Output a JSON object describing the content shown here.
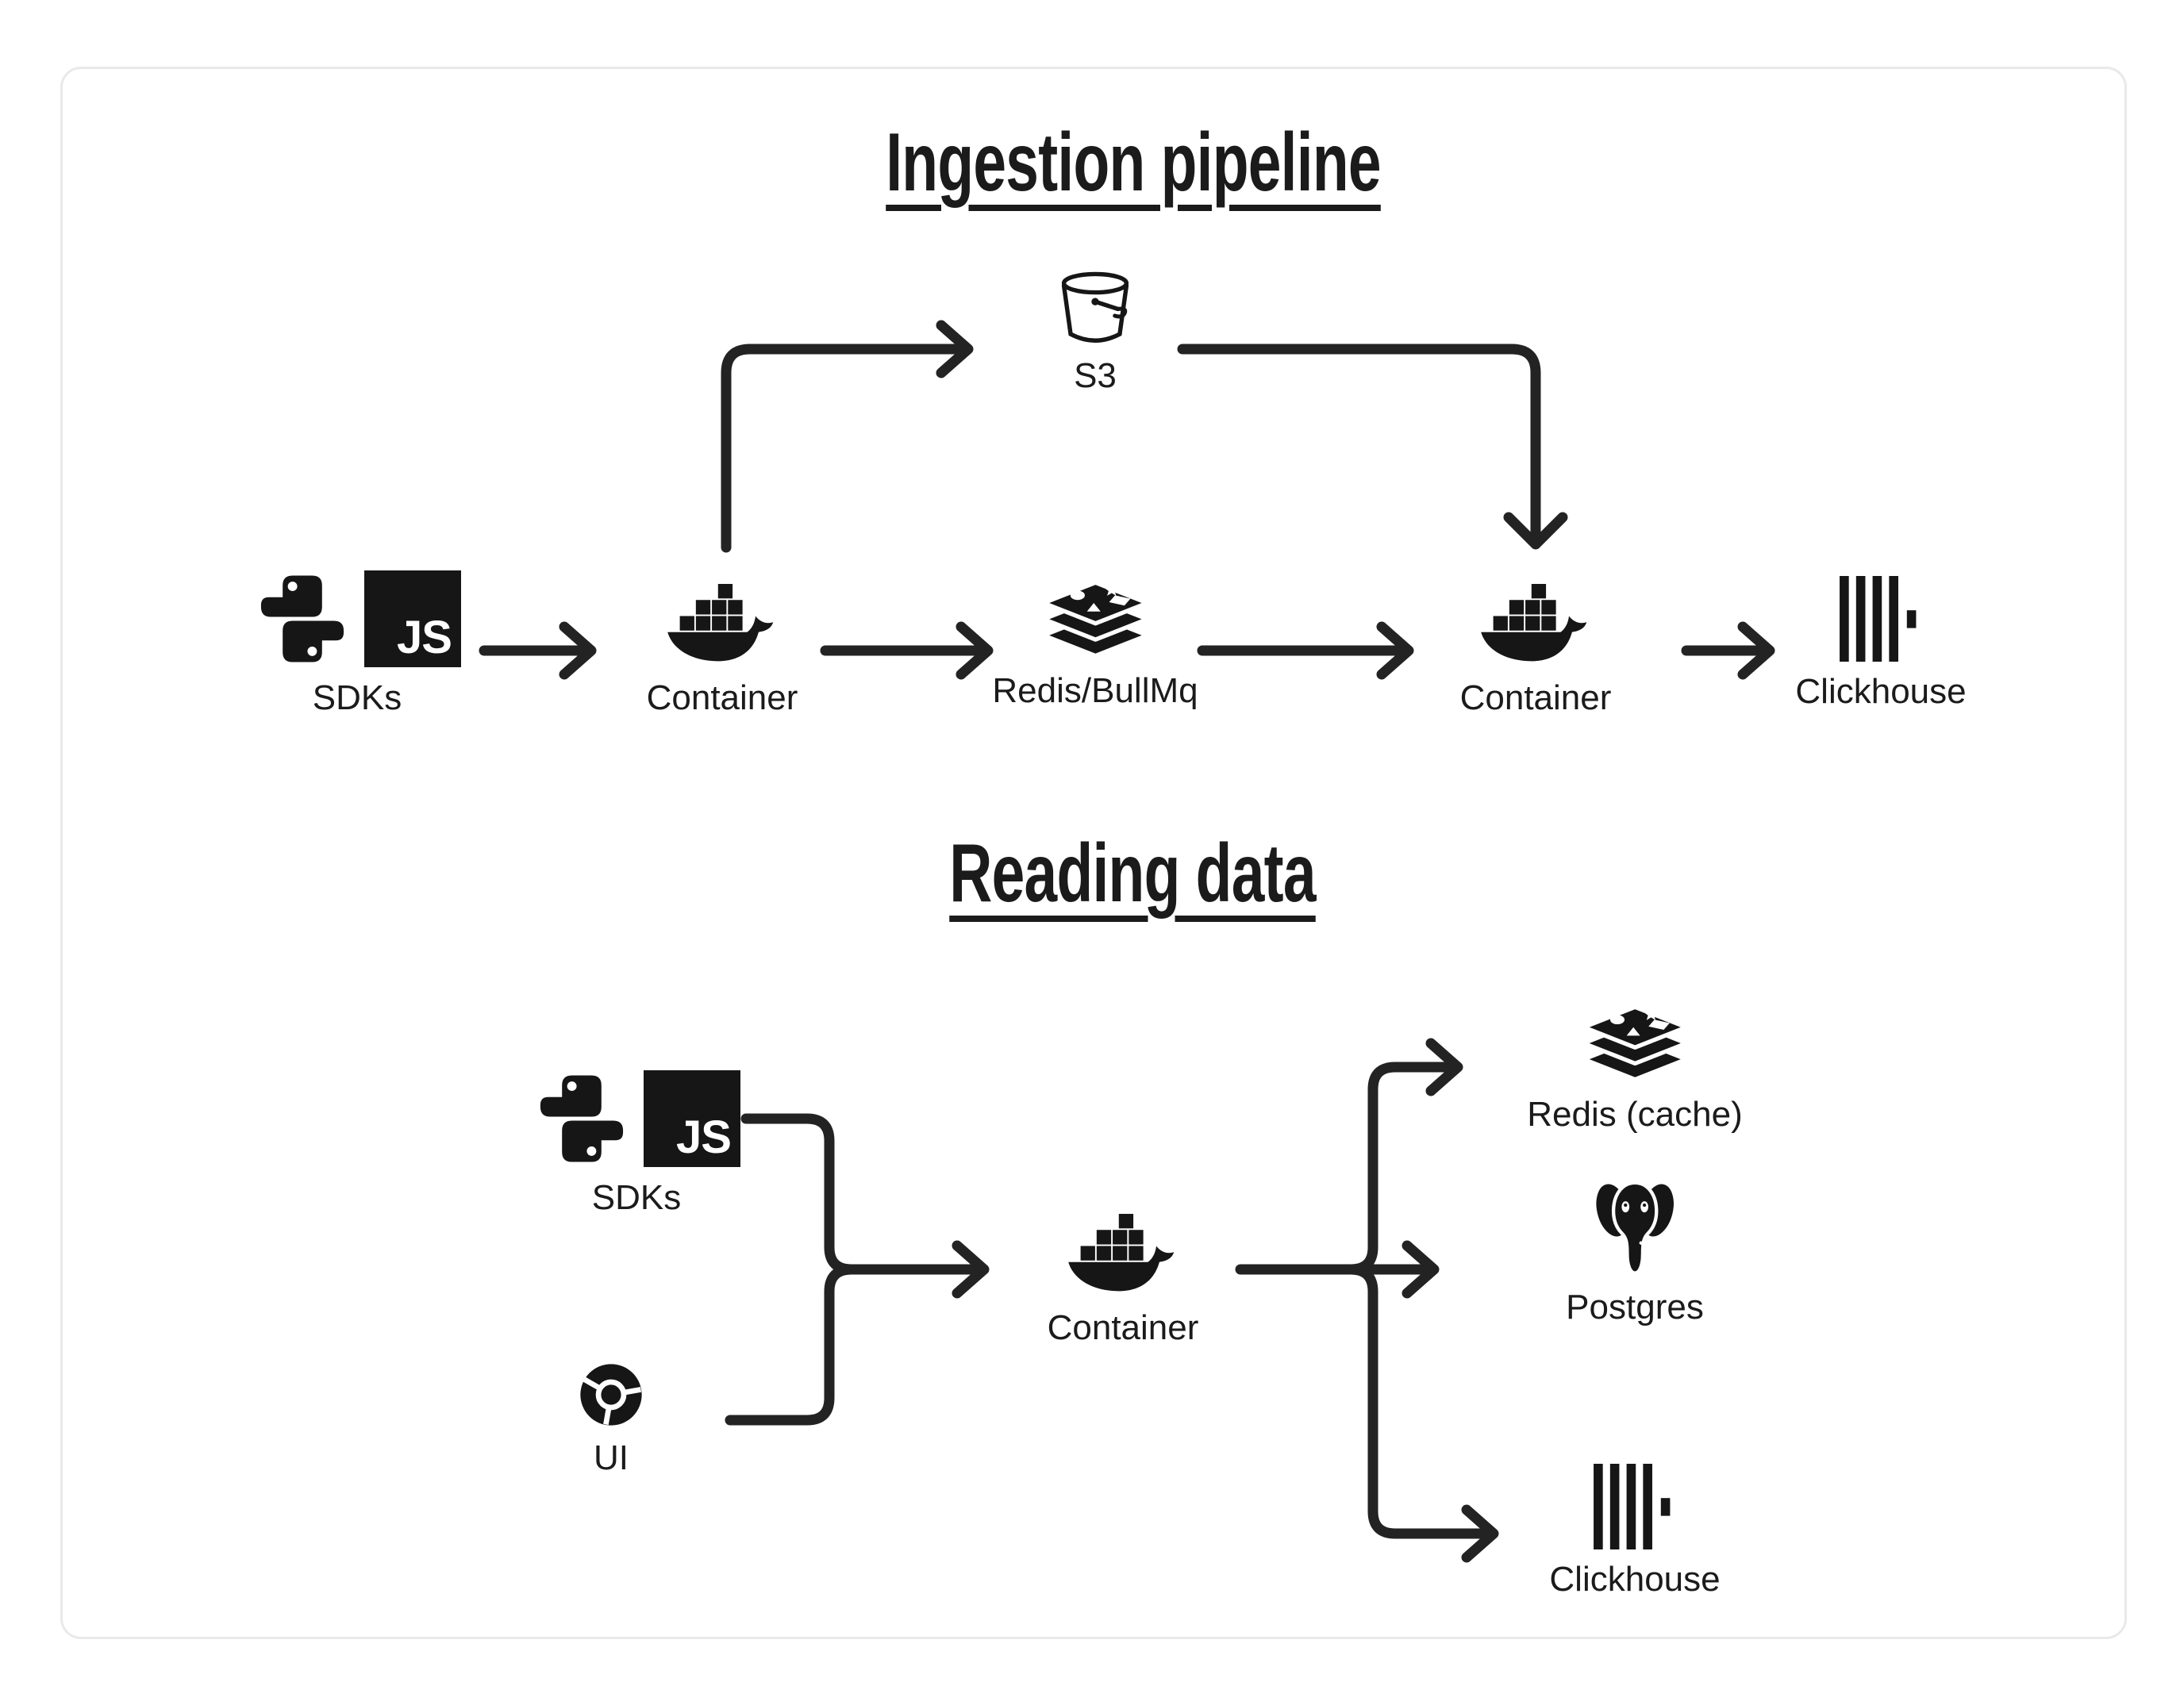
{
  "canvas": {
    "background": "#ffffff",
    "card_border": "#e9e9e9",
    "ink": "#1a1a1a",
    "wire_color": "#232323"
  },
  "logos": {
    "js_text": "JS"
  },
  "sections": [
    {
      "title": "Ingestion pipeline",
      "nodes": {
        "sdks": {
          "label": "SDKs",
          "icons": [
            "python-icon",
            "javascript-icon"
          ]
        },
        "s3": {
          "label": "S3",
          "icon": "s3-bucket-icon"
        },
        "container_in": {
          "label": "Container",
          "icon": "docker-icon"
        },
        "queue": {
          "label": "Redis/BullMq",
          "icon": "redis-icon"
        },
        "container_worker": {
          "label": "Container",
          "icon": "docker-icon"
        },
        "clickhouse": {
          "label": "Clickhouse",
          "icon": "clickhouse-icon"
        }
      },
      "edges": [
        "SDKs → Container",
        "Container → S3",
        "Container → Redis/BullMq",
        "Redis/BullMq → Container",
        "S3 → Container",
        "Container → Clickhouse"
      ]
    },
    {
      "title": "Reading data",
      "nodes": {
        "sdks": {
          "label": "SDKs",
          "icons": [
            "python-icon",
            "javascript-icon"
          ]
        },
        "ui": {
          "label": "UI",
          "icon": "chrome-icon"
        },
        "container": {
          "label": "Container",
          "icon": "docker-icon"
        },
        "redis_cache": {
          "label": "Redis (cache)",
          "icon": "redis-icon"
        },
        "postgres": {
          "label": "Postgres",
          "icon": "postgres-icon"
        },
        "clickhouse": {
          "label": "Clickhouse",
          "icon": "clickhouse-icon"
        }
      },
      "edges": [
        "SDKs → Container",
        "UI → Container",
        "Container → Redis (cache)",
        "Container → Postgres",
        "Container → Clickhouse"
      ]
    }
  ]
}
